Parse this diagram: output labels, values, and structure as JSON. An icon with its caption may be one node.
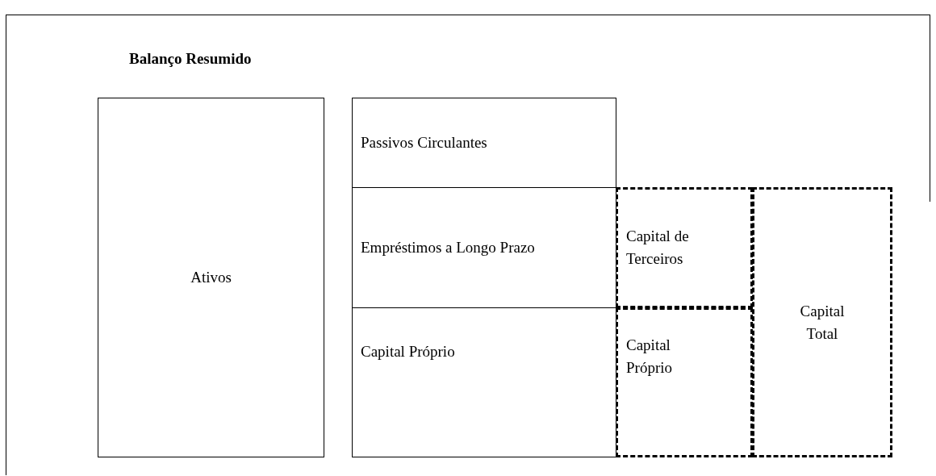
{
  "diagram": {
    "title": "Balanço Resumido",
    "nodes": [
      {
        "text": [
          "Ativos"
        ]
      },
      {
        "text": [
          "Passivos Circulantes"
        ]
      },
      {
        "text": [
          "Empréstimos a Longo Prazo"
        ]
      },
      {
        "text": [
          "Capital Próprio"
        ]
      },
      {
        "text": [
          "Capital de Terceiros"
        ]
      },
      {
        "text": [
          "Capital Próprio"
        ]
      },
      {
        "text": [
          "Capital Total"
        ]
      }
    ]
  }
}
